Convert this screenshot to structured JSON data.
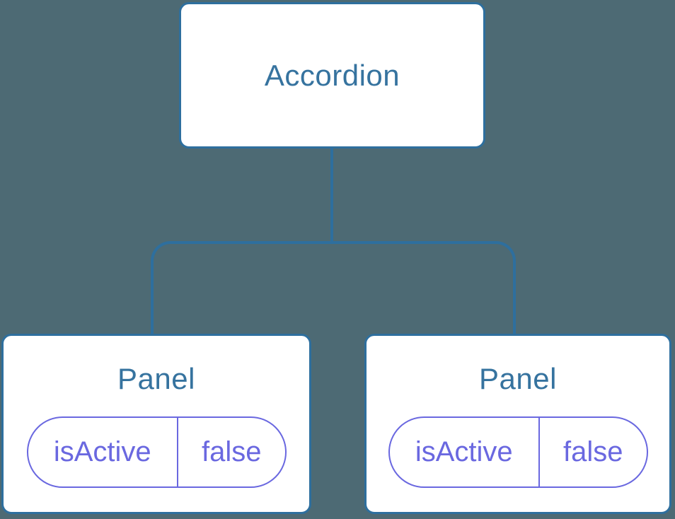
{
  "diagram": {
    "type": "component-tree",
    "root": {
      "label": "Accordion"
    },
    "children": [
      {
        "label": "Panel",
        "state": {
          "key": "isActive",
          "value": "false"
        }
      },
      {
        "label": "Panel",
        "state": {
          "key": "isActive",
          "value": "false"
        }
      }
    ],
    "colors": {
      "background": "#4D6A74",
      "node_fill": "#FFFFFF",
      "node_border": "#2E6F9E",
      "node_text": "#36739F",
      "connector": "#2E6F9E",
      "state_accent": "#6A68E0"
    }
  }
}
